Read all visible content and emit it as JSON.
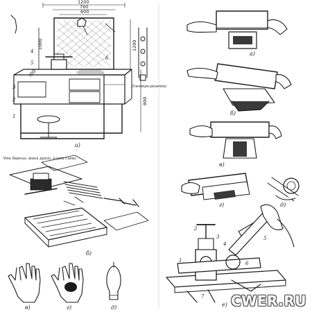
{
  "workbench": {
    "dim_total_width": "1200",
    "dim_mid_width": "760",
    "dim_inner_width": "600",
    "dim_screen_height": "1200",
    "dim_left_height": "1000",
    "dim_leg_height": "800",
    "dim_depth": "700",
    "label_diagram_a": "а)",
    "label_sockets": "Электро-розетки",
    "label_vertical_note": "",
    "callouts": [
      "1",
      "2",
      "3",
      "4",
      "5",
      "6"
    ]
  },
  "tool_layout": {
    "label_diagram_b": "б)",
    "note_left_hand": "Что берешь левой рукой, клади слева",
    "note_less_often": "",
    "note_right_hand": ""
  },
  "hands": {
    "label_v": "в)",
    "label_g": "г)",
    "label_d": "д)"
  },
  "sawing": {
    "label_a": "а)",
    "label_b": "б)",
    "label_v": "в)",
    "label_g": "г)",
    "label_d": "д)"
  },
  "pipe_vise": {
    "label_e": "е)",
    "callouts": [
      "1",
      "2",
      "3",
      "4",
      "5",
      "6",
      "7"
    ]
  },
  "watermark": "CWER.RU"
}
